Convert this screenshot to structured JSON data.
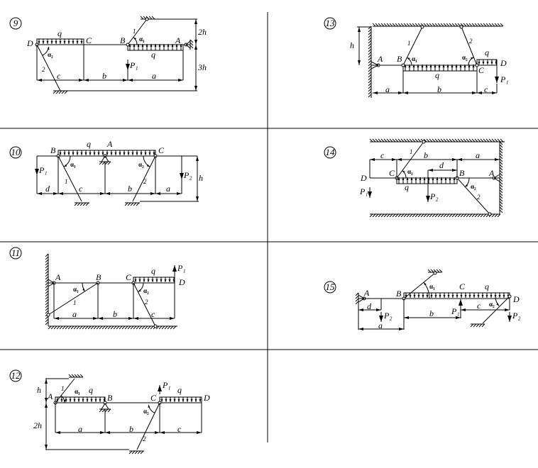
{
  "problems": [
    {
      "number": "9",
      "labels": {
        "D": "D",
        "C": "C",
        "B": "B",
        "A": "A",
        "q1": "q",
        "q2": "q",
        "alpha1": "α₁",
        "alpha2": "α₂",
        "rod1": "1",
        "rod2": "2",
        "P1": "P₁",
        "a": "a",
        "b": "b",
        "c": "c",
        "h2": "2h",
        "h3": "3h"
      }
    },
    {
      "number": "13",
      "labels": {
        "h": "h",
        "A": "A",
        "B": "B",
        "C": "C",
        "D": "D",
        "q1": "q",
        "q2": "q",
        "alpha1": "α₁",
        "alpha2": "α₂",
        "rod1": "1",
        "rod2": "2",
        "P1": "P₁",
        "a": "a",
        "b": "b",
        "c": "c"
      }
    },
    {
      "number": "10",
      "labels": {
        "B": "B",
        "A": "A",
        "C": "C",
        "q": "q",
        "alpha1": "α₁",
        "alpha2": "α₂",
        "rod1": "1",
        "rod2": "2",
        "P1": "P₁",
        "P2": "P₂",
        "d": "d",
        "c": "c",
        "b": "b",
        "a": "a",
        "h": "h"
      }
    },
    {
      "number": "14",
      "labels": {
        "D": "D",
        "C": "C",
        "B": "B",
        "A": "A",
        "q": "q",
        "alpha1": "α₁",
        "alpha2": "α₂",
        "rod1": "1",
        "rod2": "2",
        "P1": "P₁",
        "P2": "P₂",
        "c": "c",
        "b": "b",
        "a": "a",
        "d": "d"
      }
    },
    {
      "number": "11",
      "labels": {
        "A": "A",
        "B": "B",
        "C": "C",
        "D": "D",
        "q": "q",
        "P1": "P₁",
        "alpha1": "α₁",
        "alpha2": "α₂",
        "rod1": "1",
        "rod2": "2",
        "a": "a",
        "b": "b",
        "c": "c"
      }
    },
    {
      "number": "15",
      "labels": {
        "A": "A",
        "B": "B",
        "C": "C",
        "D": "D",
        "q": "q",
        "alpha1": "α₁",
        "alpha2": "α₂",
        "d": "d",
        "P2a": "P₂",
        "a": "a",
        "b": "b",
        "P1": "P₁",
        "c": "c",
        "P2b": "P₂"
      }
    },
    {
      "number": "12",
      "labels": {
        "h": "h",
        "h2": "2h",
        "A": "A",
        "B": "B",
        "C": "C",
        "D": "D",
        "q1": "q",
        "q2": "q",
        "alpha1": "α₁",
        "alpha2": "α₂",
        "rod1": "1",
        "rod2": "2",
        "P1": "P₁",
        "a": "a",
        "b": "b",
        "c": "c"
      }
    }
  ]
}
